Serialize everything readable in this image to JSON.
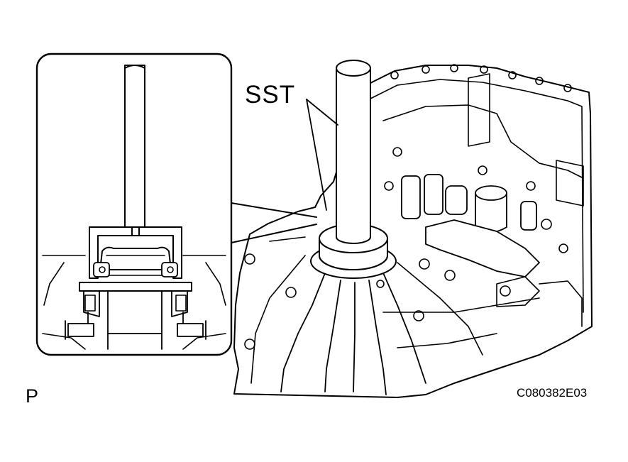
{
  "callout_label": "SST",
  "corner_letter": "P",
  "figure_code": "C080382E03"
}
